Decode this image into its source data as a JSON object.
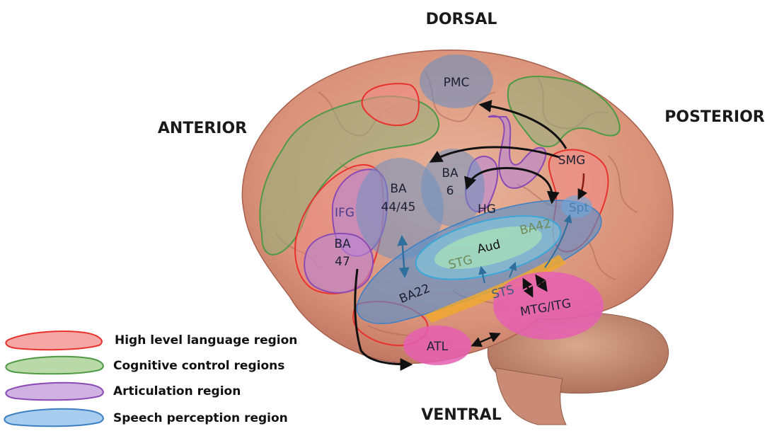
{
  "directions": {
    "dorsal": "DORSAL",
    "ventral": "VENTRAL",
    "anterior": "ANTERIOR",
    "posterior": "POSTERIOR"
  },
  "regions": {
    "pmc": "PMC",
    "smg": "SMG",
    "ba44_line1": "BA",
    "ba44_line2": "44/45",
    "ba6_line1": "BA",
    "ba6_line2": "6",
    "ifg": "IFG",
    "ba47_line1": "BA",
    "ba47_line2": "47",
    "hg": "HG",
    "spt": "Spt",
    "ba42": "BA42",
    "aud": "Aud",
    "stg": "STG",
    "sts": "STS",
    "ba22": "BA22",
    "mtg_itg": "MTG/ITG",
    "atl": "ATL"
  },
  "legend": [
    {
      "label": "High level language region",
      "color": "#e8322d",
      "fill": "#f4a7a4"
    },
    {
      "label": "Cognitive control regions",
      "color": "#4e9a44",
      "fill": "#b9d9a9"
    },
    {
      "label": "Articulation region",
      "color": "#8a4bb5",
      "fill": "#cfb1e2"
    },
    {
      "label": "Speech perception region",
      "color": "#3b7fc4",
      "fill": "#a9cdee"
    }
  ]
}
